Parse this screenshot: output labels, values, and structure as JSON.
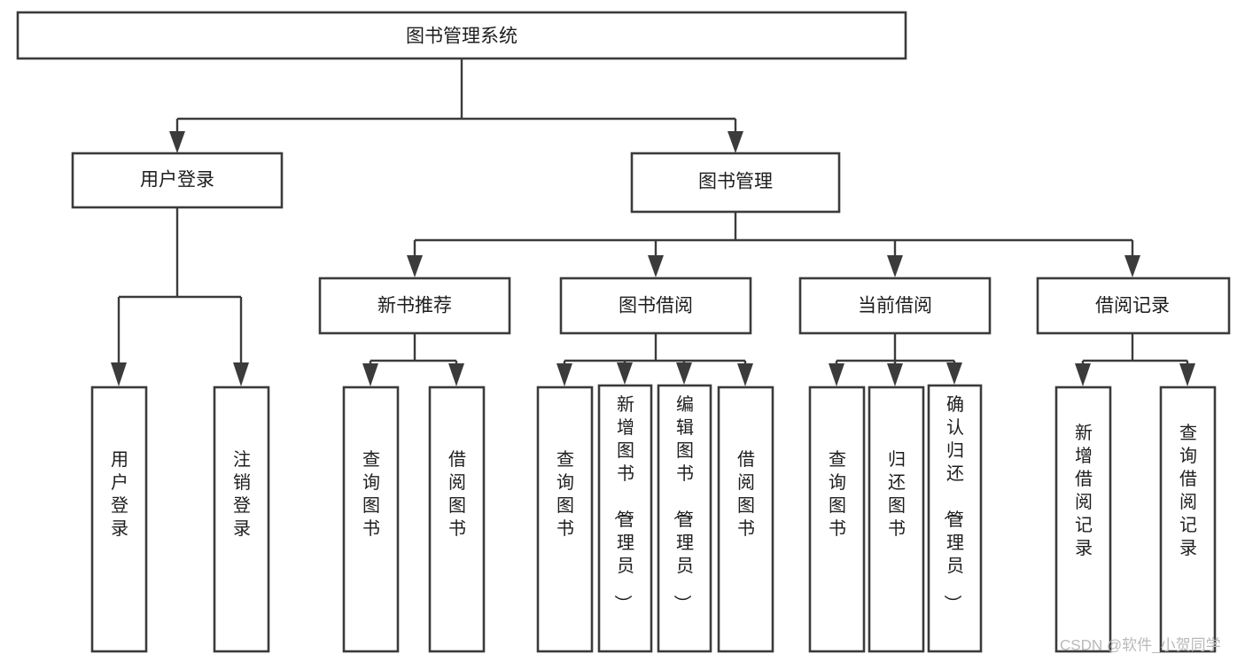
{
  "diagram": {
    "title": "图书管理系统",
    "type": "tree-hierarchy",
    "root": {
      "id": "root",
      "label": "图书管理系统"
    },
    "level1": [
      {
        "id": "user-login",
        "label": "用户登录"
      },
      {
        "id": "book-manage",
        "label": "图书管理"
      }
    ],
    "level2": [
      {
        "id": "new-book-recommend",
        "label": "新书推荐",
        "parent": "book-manage"
      },
      {
        "id": "book-borrow",
        "label": "图书借阅",
        "parent": "book-manage"
      },
      {
        "id": "current-borrow",
        "label": "当前借阅",
        "parent": "book-manage"
      },
      {
        "id": "borrow-record",
        "label": "借阅记录",
        "parent": "book-manage"
      }
    ],
    "leaves": [
      {
        "id": "leaf-user-login",
        "label": "用户登录",
        "parent": "user-login"
      },
      {
        "id": "leaf-user-logout",
        "label": "注销登录",
        "parent": "user-login"
      },
      {
        "id": "leaf-query-book-1",
        "label": "查询图书",
        "parent": "new-book-recommend"
      },
      {
        "id": "leaf-borrow-book-1",
        "label": "借阅图书",
        "parent": "new-book-recommend"
      },
      {
        "id": "leaf-query-book-2",
        "label": "查询图书",
        "parent": "book-borrow"
      },
      {
        "id": "leaf-add-book",
        "label": "新增图书（管理员）",
        "parent": "book-borrow"
      },
      {
        "id": "leaf-edit-book",
        "label": "编辑图书（管理员）",
        "parent": "book-borrow"
      },
      {
        "id": "leaf-borrow-book-2",
        "label": "借阅图书",
        "parent": "book-borrow"
      },
      {
        "id": "leaf-query-book-3",
        "label": "查询图书",
        "parent": "current-borrow"
      },
      {
        "id": "leaf-return-book",
        "label": "归还图书",
        "parent": "current-borrow"
      },
      {
        "id": "leaf-confirm-return",
        "label": "确认归还（管理员）",
        "parent": "current-borrow"
      },
      {
        "id": "leaf-add-record",
        "label": "新增借阅记录",
        "parent": "borrow-record"
      },
      {
        "id": "leaf-query-record",
        "label": "查询借阅记录",
        "parent": "borrow-record"
      }
    ]
  },
  "watermark": {
    "text": "CSDN @软件_小贺同学"
  },
  "colors": {
    "stroke": "#3b3b3b",
    "box_fill": "#ffffff",
    "text": "#1d1d1d",
    "background": "#ffffff",
    "watermark": "#b9b9b9"
  }
}
